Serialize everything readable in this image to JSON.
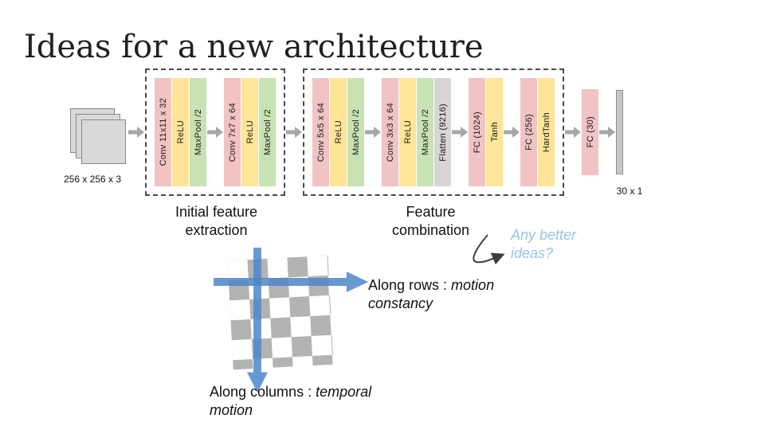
{
  "slide": {
    "title": "Ideas for a new architecture"
  },
  "pipeline": {
    "input_label": "256 x 256 x 3",
    "output_label": "30 x 1",
    "block_colors": {
      "conv": "#f1c3c3",
      "act": "#ffe598",
      "pool": "#c9e2b3",
      "flatten": "#d6d6d6"
    },
    "arrow_color": "#a6a6a6",
    "groups": [
      {
        "label": "Initial feature extraction",
        "clusters": [
          [
            {
              "text": "Conv 11x11 x 32",
              "color": "conv"
            },
            {
              "text": "ReLU",
              "color": "act"
            },
            {
              "text": "MaxPool /2",
              "color": "pool"
            }
          ],
          [
            {
              "text": "Conv 7x7 x 64",
              "color": "conv"
            },
            {
              "text": "ReLU",
              "color": "act"
            },
            {
              "text": "MaxPool /2",
              "color": "pool"
            }
          ]
        ]
      },
      {
        "label": "Feature combination",
        "clusters": [
          [
            {
              "text": "Conv 5x5 x 64",
              "color": "conv"
            },
            {
              "text": "ReLU",
              "color": "act"
            },
            {
              "text": "MaxPool /2",
              "color": "pool"
            }
          ],
          [
            {
              "text": "Conv 3x3 x 64",
              "color": "conv"
            },
            {
              "text": "ReLU",
              "color": "act"
            },
            {
              "text": "MaxPool /2",
              "color": "pool"
            },
            {
              "text": "Flatten (9216)",
              "color": "flatten"
            }
          ],
          [
            {
              "text": "FC (1024)",
              "color": "conv"
            },
            {
              "text": "Tanh",
              "color": "act"
            }
          ],
          [
            {
              "text": "FC (256)",
              "color": "conv"
            },
            {
              "text": "HardTanh",
              "color": "act"
            }
          ]
        ]
      }
    ],
    "tail": [
      {
        "text": "FC (30)",
        "color": "conv"
      }
    ]
  },
  "annotations": {
    "any_better": "Any better ideas?",
    "along_rows": {
      "prefix": "Along rows : ",
      "italic": "motion constancy"
    },
    "along_columns": {
      "prefix": "Along columns : ",
      "italic": "temporal motion"
    },
    "blue_arrow_color": "#4d86c9"
  }
}
